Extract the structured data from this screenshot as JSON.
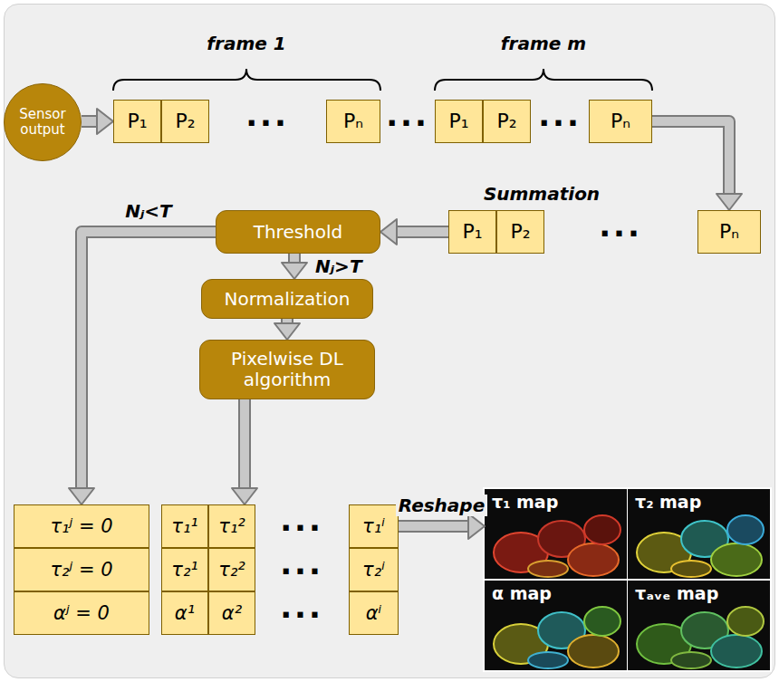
{
  "diagram": {
    "nodes": [
      {
        "text": [
          "Sensor output"
        ]
      },
      {
        "text": [
          "P₁"
        ]
      },
      {
        "text": [
          "P₂"
        ]
      },
      {
        "text": [
          "Pₙ"
        ]
      },
      {
        "text": [
          "P₁"
        ]
      },
      {
        "text": [
          "P₂"
        ]
      },
      {
        "text": [
          "Pₙ"
        ]
      },
      {
        "text": [
          "P₁"
        ]
      },
      {
        "text": [
          "P₂"
        ]
      },
      {
        "text": [
          "Pₙ"
        ]
      },
      {
        "text": [
          "Threshold"
        ]
      },
      {
        "text": [
          "Normalization"
        ]
      },
      {
        "text": [
          "Pixelwise DL algorithm"
        ]
      },
      {
        "text": [
          "τ₁ʲ = 0"
        ]
      },
      {
        "text": [
          "τ₂ʲ = 0"
        ]
      },
      {
        "text": [
          "αʲ = 0"
        ]
      },
      {
        "text": [
          "τ₁¹"
        ]
      },
      {
        "text": [
          "τ₁²"
        ]
      },
      {
        "text": [
          "τ₁ⁱ"
        ]
      },
      {
        "text": [
          "τ₂¹"
        ]
      },
      {
        "text": [
          "τ₂²"
        ]
      },
      {
        "text": [
          "τ₂ⁱ"
        ]
      },
      {
        "text": [
          "α¹"
        ]
      },
      {
        "text": [
          "α²"
        ]
      },
      {
        "text": [
          "αⁱ"
        ]
      },
      {
        "text": [
          "τ₁ map"
        ]
      },
      {
        "text": [
          "τ₂ map"
        ]
      },
      {
        "text": [
          "α map"
        ]
      },
      {
        "text": [
          "τₐᵥₑ map"
        ]
      }
    ],
    "edges": [
      {
        "from": 0,
        "to": 1,
        "arrow": "to"
      },
      {
        "from": 6,
        "to": 9,
        "arrow": "to"
      },
      {
        "from": 7,
        "to": 10,
        "arrow": "to"
      },
      {
        "from": 10,
        "to": 11,
        "label": "Nⱼ>T",
        "arrow": "to"
      },
      {
        "from": 10,
        "to": 13,
        "label": "Nⱼ<T",
        "arrow": "to"
      },
      {
        "from": 11,
        "to": 12,
        "arrow": "to"
      },
      {
        "from": 12,
        "to": 17,
        "arrow": "to"
      },
      {
        "from": 18,
        "to": 25,
        "label": "Reshape",
        "arrow": "to"
      }
    ],
    "labels": [
      "frame 1",
      "frame m",
      "...",
      "...",
      "...",
      "Summation",
      "...",
      "...",
      "...",
      "..."
    ]
  }
}
